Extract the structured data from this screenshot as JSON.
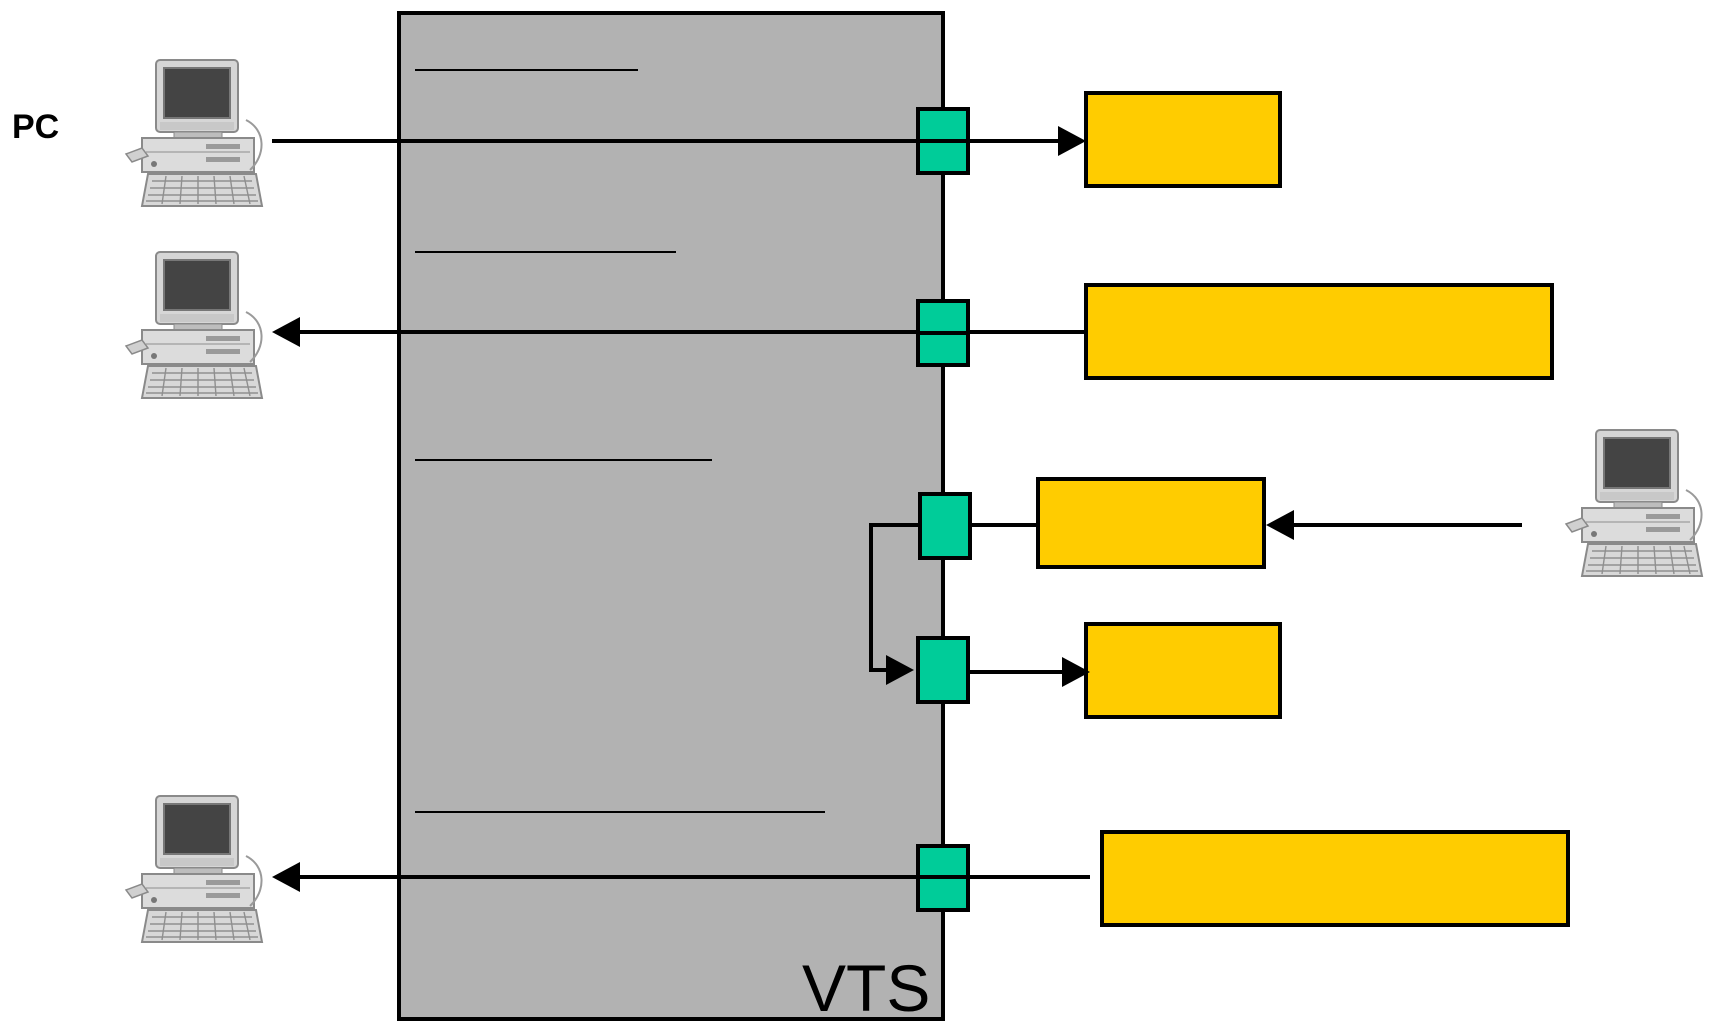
{
  "labels": {
    "pc": "PC",
    "system": "VTS"
  },
  "colors": {
    "background": "#ffffff",
    "system_fill": "#b2b2b2",
    "port_fill": "#00cc99",
    "box_fill": "#ffcc00",
    "line": "#000000"
  },
  "icons": {
    "computer": "desktop-computer-icon"
  },
  "connections": [
    {
      "id": "pc1-to-box1",
      "direction": "out"
    },
    {
      "id": "box2-to-pc2",
      "direction": "in"
    },
    {
      "id": "pc-right-to-box3",
      "direction": "in"
    },
    {
      "id": "box3-loop-to-box4",
      "direction": "out"
    },
    {
      "id": "box5-to-pc3",
      "direction": "in"
    }
  ]
}
